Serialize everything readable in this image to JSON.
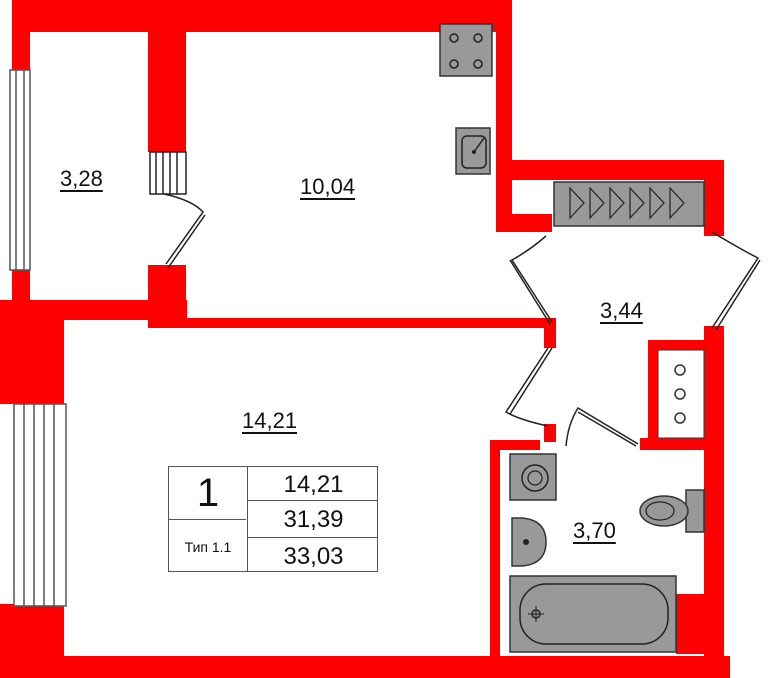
{
  "plan": {
    "colors": {
      "wall": "#ff0000",
      "fixture": "#999999",
      "fixture_stroke": "#333333",
      "background": "#ffffff"
    },
    "rooms": [
      {
        "id": "balcony",
        "area": "3,28"
      },
      {
        "id": "kitchen",
        "area": "10,04"
      },
      {
        "id": "hallway",
        "area": "3,44"
      },
      {
        "id": "living-room",
        "area": "14,21"
      },
      {
        "id": "bathroom",
        "area": "3,70"
      }
    ],
    "summary": {
      "rooms_count": "1",
      "type": "Тип 1.1",
      "living_area": "14,21",
      "total_area": "31,39",
      "total_area_with_balcony": "33,03"
    },
    "icons": [
      "stove-icon",
      "kitchen-sink-icon",
      "wardrobe-icon",
      "washing-machine-icon",
      "washbasin-icon",
      "toilet-icon",
      "bathtub-icon",
      "ventilation-shaft-icon"
    ]
  }
}
